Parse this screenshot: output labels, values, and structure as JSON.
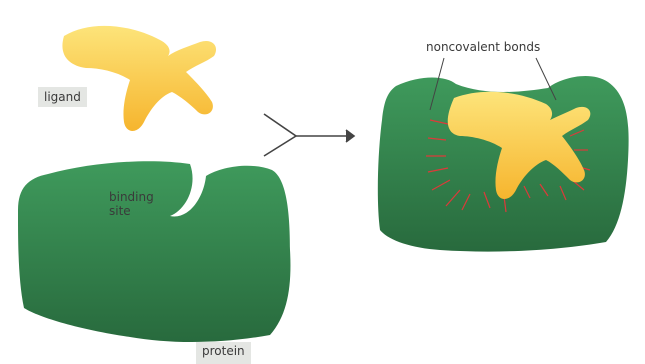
{
  "labels": {
    "ligand": "ligand",
    "binding_site": "binding\nsite",
    "protein": "protein",
    "noncovalent_bonds": "noncovalent bonds"
  },
  "colors": {
    "ligand_fill": "#fbc640",
    "ligand_highlight": "#fde47a",
    "protein_fill": "#2f7b48",
    "protein_highlight": "#3f9a5c",
    "bond_color": "#dc3a3a",
    "label_box": "#e4e6e3",
    "arrow": "#444444"
  }
}
